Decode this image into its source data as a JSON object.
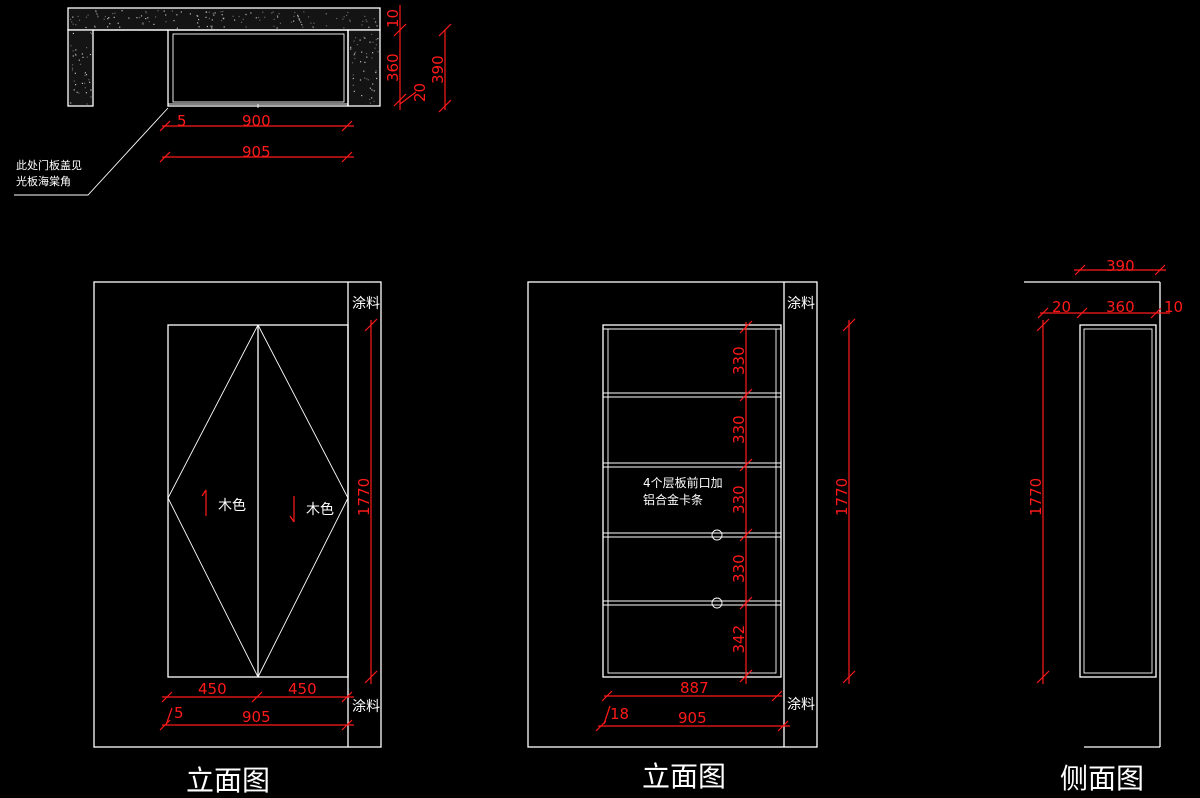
{
  "colors": {
    "background": "#000000",
    "line": "#ffffff",
    "dimension": "#ff1a1a"
  },
  "plan": {
    "dims": {
      "d10": "10",
      "d360": "360",
      "d390": "390",
      "d20": "20",
      "d5": "5",
      "d900": "900",
      "d905": "905"
    },
    "note_line1": "此处门板盖见",
    "note_line2": "光板海棠角"
  },
  "front_door": {
    "title": "立面图",
    "paint_top": "涂料",
    "paint_bottom": "涂料",
    "wood_left": "木色",
    "wood_right": "木色",
    "dims": {
      "height": "1770",
      "half_left": "450",
      "half_right": "450",
      "d5": "5",
      "width": "905"
    }
  },
  "front_shelf": {
    "title": "立面图",
    "paint_top": "涂料",
    "paint_bottom": "涂料",
    "note_line1": "4个层板前口加",
    "note_line2": "铝合金卡条",
    "shelf_dims": [
      "330",
      "330",
      "330",
      "330",
      "342"
    ],
    "dims": {
      "height": "1770",
      "inner": "887",
      "d18": "18",
      "width": "905"
    }
  },
  "side": {
    "title": "侧面图",
    "dims": {
      "d390": "390",
      "d20": "20",
      "d360": "360",
      "d10": "10",
      "height": "1770"
    }
  }
}
